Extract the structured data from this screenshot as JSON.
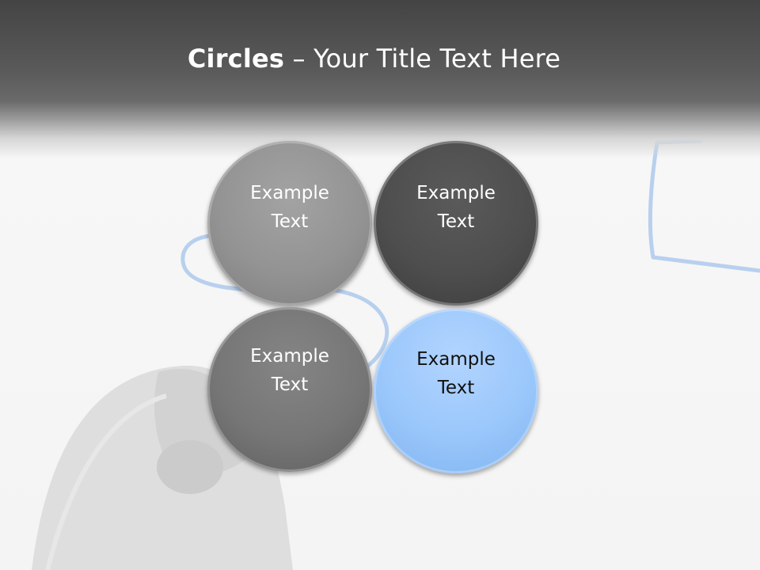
{
  "slide": {
    "title_bold": "Circles",
    "title_rest": " – Your Title Text Here"
  },
  "circles": [
    {
      "label": "Example Text",
      "color": "#939393"
    },
    {
      "label": "Example Text",
      "color": "#4e4e4e"
    },
    {
      "label": "Example Text",
      "color": "#767676"
    },
    {
      "label": "Example Text",
      "color": "#9ac7fb"
    }
  ],
  "colors": {
    "header": "#4a4a4a",
    "background": "#f4f4f4",
    "accent_blue": "#9ac7fb",
    "sketch_line": "#b8d0ee"
  }
}
